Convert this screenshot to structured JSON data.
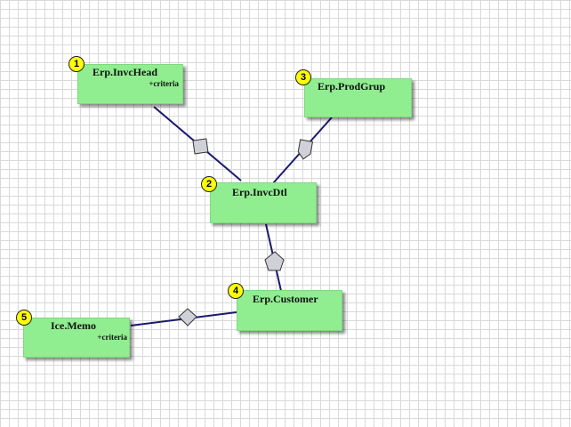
{
  "colors": {
    "node_fill": "#90ee90",
    "badge_fill": "#ffff00",
    "link": "#1a1a6e",
    "connector_fill": "#d0d0d8"
  },
  "nodes": [
    {
      "number": "1",
      "title": "Erp.InvcHead",
      "subtitle": "+criteria"
    },
    {
      "number": "2",
      "title": "Erp.InvcDtl",
      "subtitle": ""
    },
    {
      "number": "3",
      "title": "Erp.ProdGrup",
      "subtitle": ""
    },
    {
      "number": "4",
      "title": "Erp.Customer",
      "subtitle": ""
    },
    {
      "number": "5",
      "title": "Ice.Memo",
      "subtitle": "+criteria"
    }
  ],
  "links": [
    {
      "from": "1",
      "to": "2"
    },
    {
      "from": "3",
      "to": "2"
    },
    {
      "from": "2",
      "to": "4"
    },
    {
      "from": "5",
      "to": "4"
    }
  ],
  "icons": {
    "connector": "join-diamond-icon"
  }
}
